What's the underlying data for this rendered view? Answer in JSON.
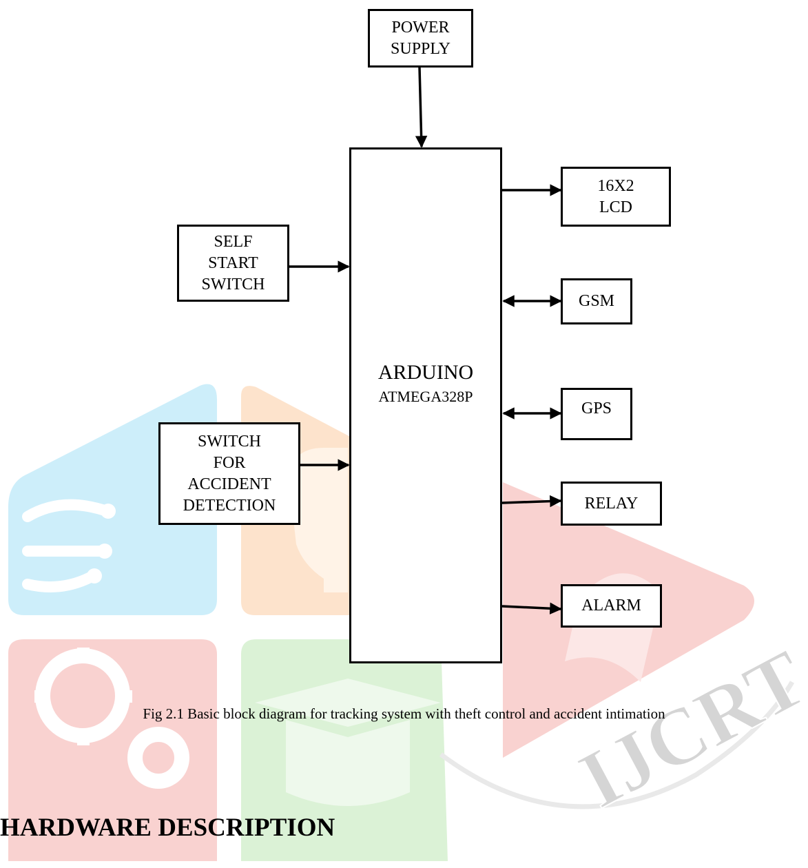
{
  "diagram": {
    "power_supply": [
      "POWER",
      "SUPPLY"
    ],
    "self_start_switch": [
      "SELF",
      "START",
      "SWITCH"
    ],
    "accident_switch": [
      "SWITCH",
      "FOR",
      "ACCIDENT",
      "DETECTION"
    ],
    "arduino_name": "ARDUINO",
    "arduino_chip": "ATMEGA328P",
    "lcd": [
      "16X2",
      "LCD"
    ],
    "gsm": "GSM",
    "gps": "GPS",
    "relay": "RELAY",
    "alarm": "ALARM"
  },
  "caption": "Fig 2.1 Basic block diagram for tracking system with theft control and accident intimation",
  "section_heading": "HARDWARE DESCRIPTION",
  "watermark": {
    "text": "IJCRT",
    "colors": {
      "cyan": "#cdeefa",
      "orange": "#fde3cc",
      "red": "#f9d2d0",
      "green": "#dbf2d6"
    }
  }
}
